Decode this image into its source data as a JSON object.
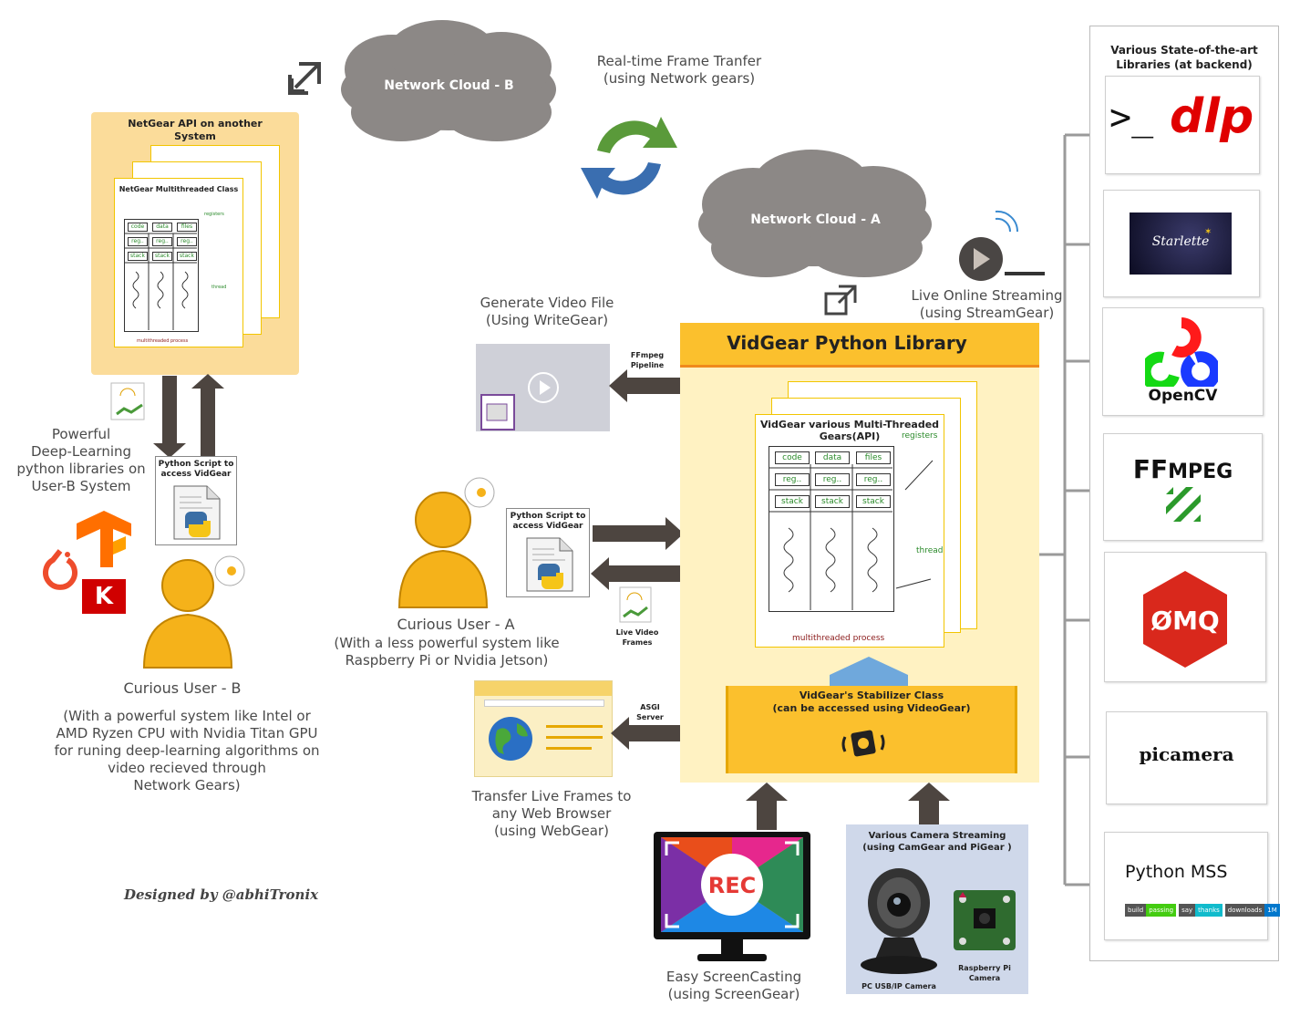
{
  "network_cloud_b": "Network Cloud - B",
  "network_cloud_a": "Network Cloud - A",
  "realtime_transfer": [
    "Real-time Frame Tranfer",
    "(using Network gears)"
  ],
  "netgear_box": {
    "title": [
      "NetGear API on another",
      "System"
    ],
    "class_title": "NetGear Multithreaded Class",
    "cells": [
      "code",
      "data",
      "files",
      "reg..",
      "reg..",
      "reg..",
      "stack",
      "stack",
      "stack"
    ],
    "registers": "registers",
    "thread": "thread",
    "process": "multithreaded process"
  },
  "user_b_libs": [
    "Powerful",
    "Deep-Learning",
    "python libraries on",
    "User-B System"
  ],
  "script_label": [
    "Python Script to",
    "access VidGear"
  ],
  "curious_user_b": "Curious User - B",
  "user_b_desc": [
    "(With a powerful system like Intel or",
    "AMD Ryzen CPU with Nvidia Titan GPU",
    "for runing deep-learning algorithms on",
    "video recieved through",
    "Network Gears)"
  ],
  "designed_by": "Designed by @abhiTronix",
  "generate_video": [
    "Generate Video File",
    "(Using WriteGear)"
  ],
  "ffmpeg_pipeline": [
    "FFmpeg",
    "Pipeline"
  ],
  "curious_user_a": "Curious User - A",
  "user_a_desc": [
    "(With a less powerful system like",
    "Raspberry Pi or Nvidia Jetson)"
  ],
  "live_video_frames": [
    "Live Video",
    "Frames"
  ],
  "asgi_server": [
    "ASGI",
    "Server"
  ],
  "transfer_live": [
    "Transfer Live Frames to",
    "any Web Browser",
    "(using WebGear)"
  ],
  "live_streaming": [
    "Live Online Streaming",
    "(using StreamGear)"
  ],
  "vidgear_title": "VidGear Python Library",
  "vidgear_gears": {
    "title": [
      "VidGear various Multi-Threaded",
      "Gears(API)"
    ],
    "cells": [
      "code",
      "data",
      "files",
      "reg..",
      "reg..",
      "reg..",
      "stack",
      "stack",
      "stack"
    ],
    "registers": "registers",
    "thread": "thread",
    "process": "multithreaded process"
  },
  "stabilizer": [
    "VidGear's Stabilizer Class",
    "(can be accessed using VideoGear)"
  ],
  "screencast_rec": "REC",
  "screencasting": [
    "Easy ScreenCasting",
    "(using ScreenGear)"
  ],
  "camera_streaming": [
    "Various Camera Streaming",
    "(using  CamGear and PiGear   )"
  ],
  "pc_camera": "PC USB/IP Camera",
  "rpi_camera": [
    "Raspberry Pi",
    "Camera"
  ],
  "libraries_title": [
    "Various State-of-the-art",
    "Libraries (at backend)"
  ],
  "lib_dlp": {
    "prompt": ">_",
    "name": "dlp"
  },
  "lib_starlette": "Starlette",
  "lib_opencv": "OpenCV",
  "lib_ffmpeg": {
    "a": "FF",
    "b": "MPEG"
  },
  "lib_zmq": "ØMQ",
  "lib_picamera": "picamera",
  "lib_mss": {
    "name": "Python MSS",
    "badges": [
      "build",
      "passing",
      "say",
      "thanks",
      "downloads",
      "1M"
    ]
  },
  "logo_k": "K",
  "colors": {
    "gear_yellow": "#fbc02d",
    "light_yellow": "#fff2c2",
    "arrow": "#4d4540",
    "cloud": "#8c8886"
  }
}
